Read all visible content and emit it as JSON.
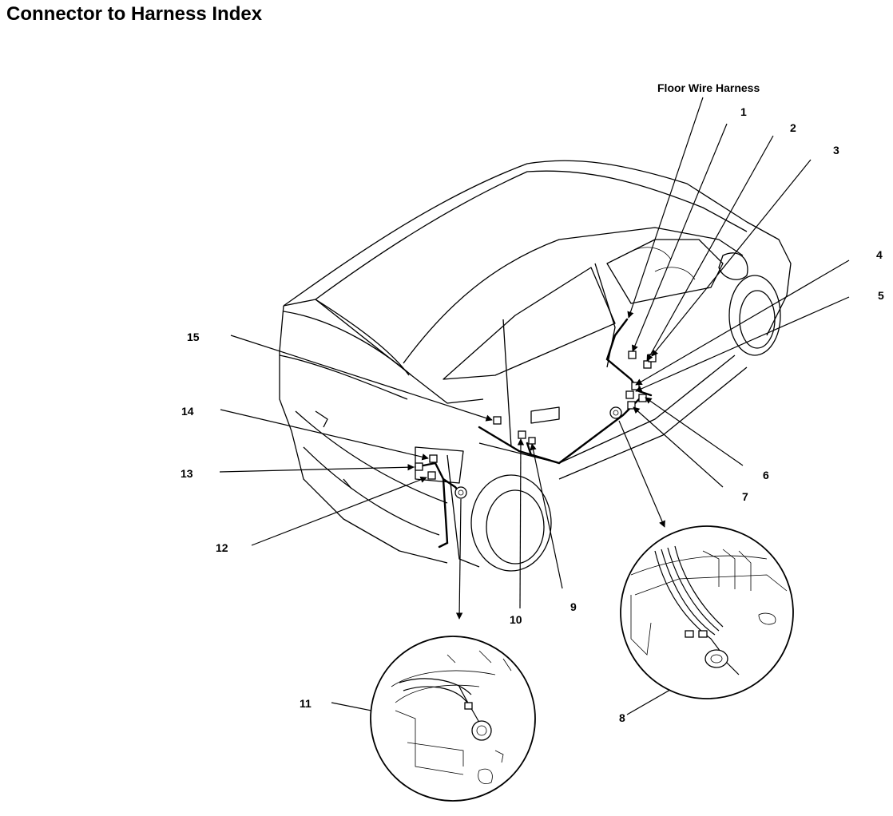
{
  "title": "Connector to Harness Index",
  "harness_label": "Floor Wire Harness",
  "callouts": [
    "1",
    "2",
    "3",
    "4",
    "5",
    "6",
    "7",
    "8",
    "9",
    "10",
    "11",
    "12",
    "13",
    "14",
    "15"
  ]
}
